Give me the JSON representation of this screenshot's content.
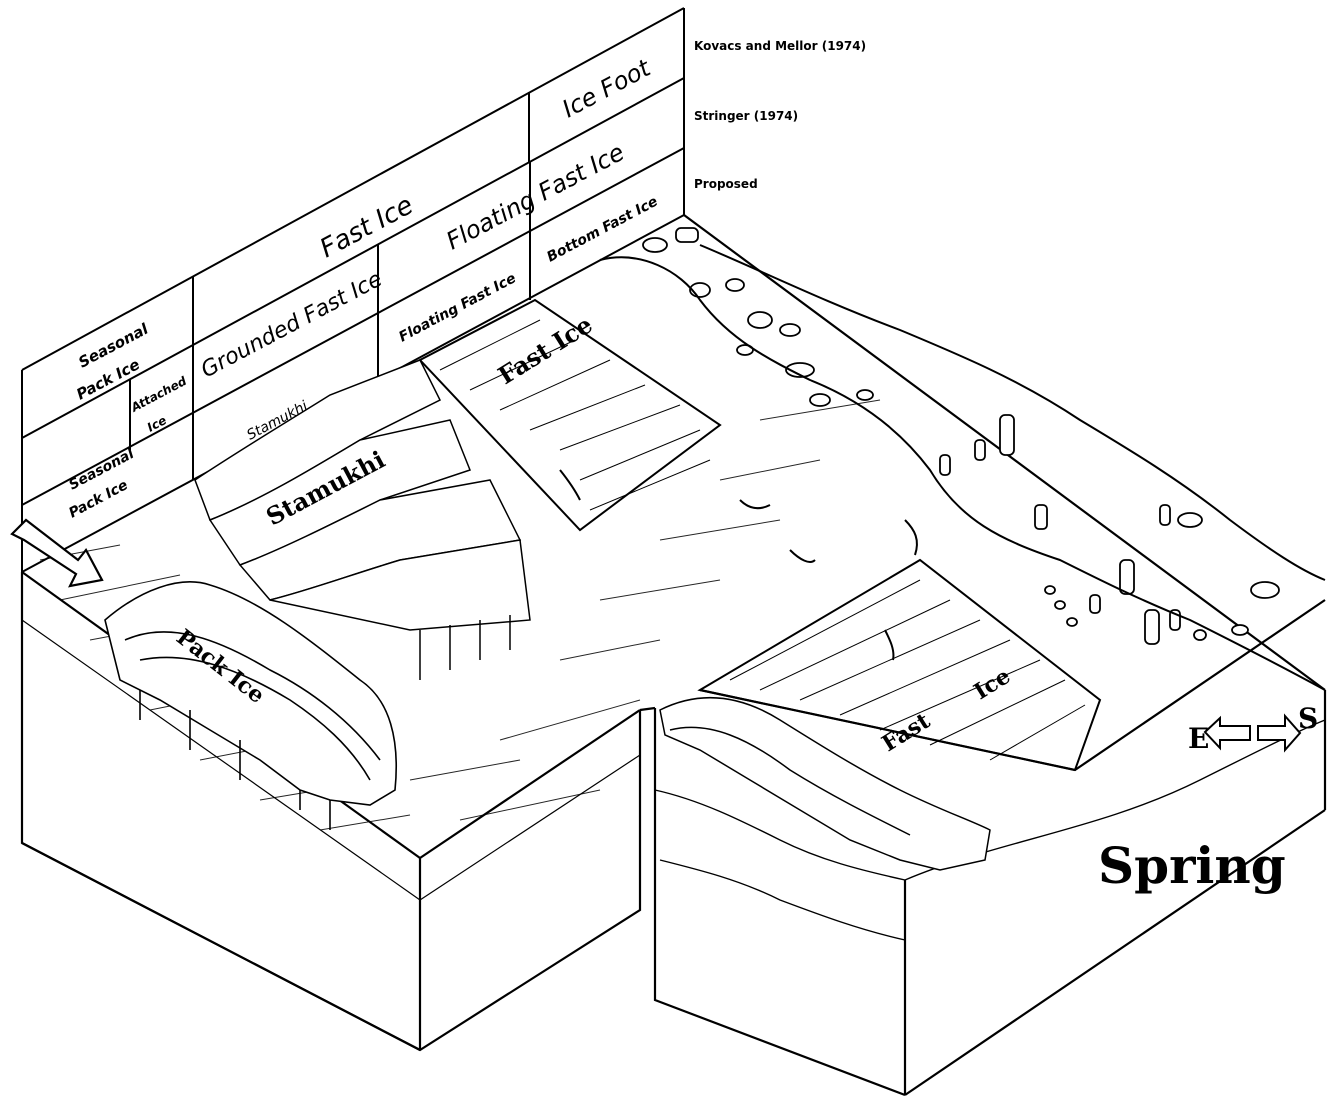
{
  "references": {
    "kovacs": "Kovacs and Mellor (1974)",
    "stringer": "Stringer (1974)",
    "proposed": "Proposed"
  },
  "table": {
    "row1": {
      "ice_foot": "Ice Foot",
      "fast_ice": "Fast Ice",
      "seasonal_pack_ice_top": "Seasonal",
      "pack_ice_top": "Pack Ice"
    },
    "row2": {
      "floating_fast_ice": "Floating Fast Ice",
      "grounded_fast_ice": "Grounded Fast Ice",
      "attached_ice_a": "Attached",
      "attached_ice_b": "Ice"
    },
    "row3": {
      "bottom_fast_ice": "Bottom Fast Ice",
      "floating_fast_ice": "Floating Fast Ice",
      "stamukhi": "Stamukhi",
      "seasonal": "Seasonal",
      "pack_ice": "Pack Ice"
    }
  },
  "map_labels": {
    "stamukhi": "Stamukhi",
    "fast_ice_top": "Fast Ice",
    "fast_ice_lower": "Fast",
    "ice_lower": "Ice",
    "pack_ice": "Pack Ice"
  },
  "compass": {
    "east": "E",
    "south": "S"
  },
  "season": "Spring",
  "colors": {
    "ink": "#000000",
    "paper": "#ffffff"
  }
}
